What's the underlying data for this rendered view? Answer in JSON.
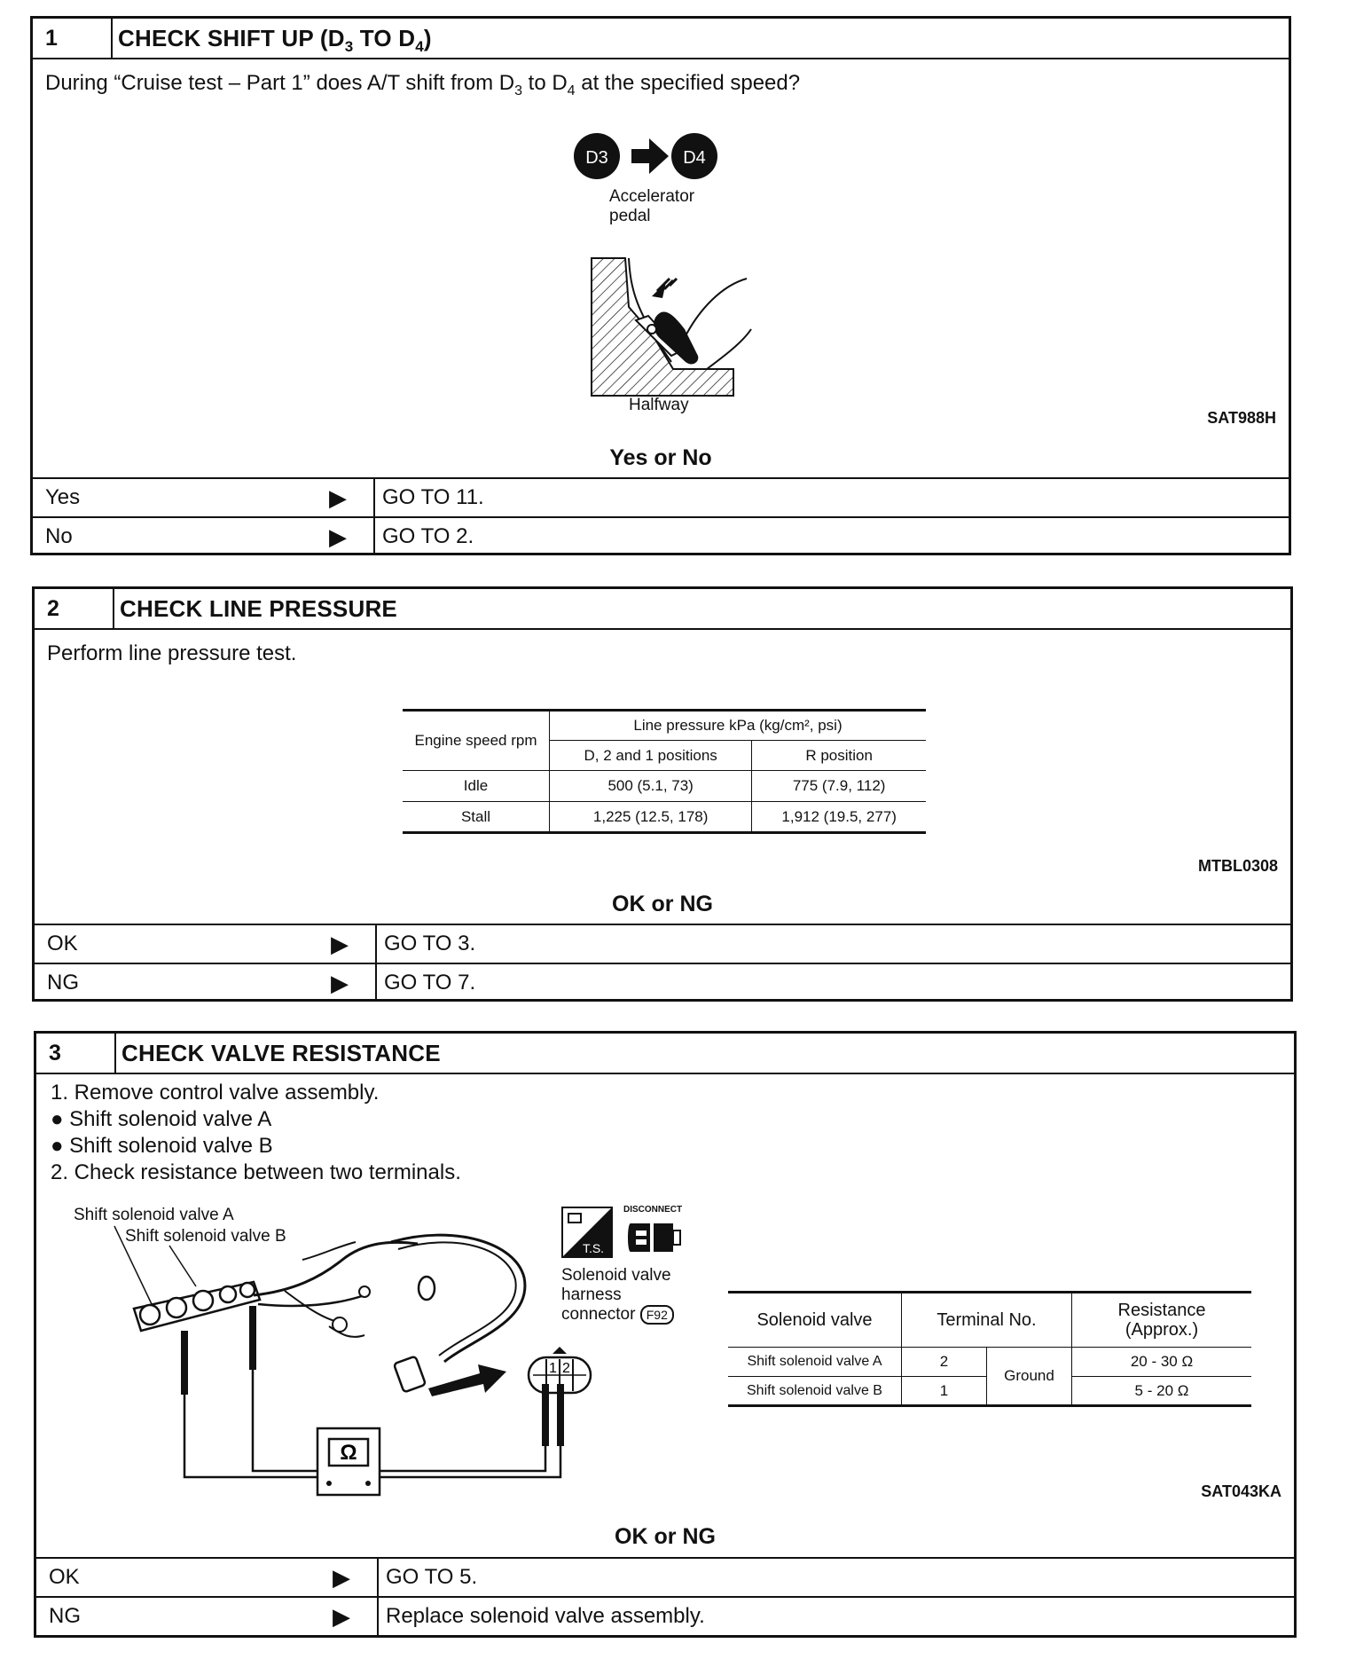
{
  "step1": {
    "num": "1",
    "title_pre": "CHECK SHIFT UP (D",
    "title_sub1": "3",
    "title_mid": " TO D",
    "title_sub2": "4",
    "title_post": ")",
    "q_pre": "During “Cruise test – Part 1” does A/T shift from D",
    "q_sub1": "3",
    "q_mid": " to D",
    "q_sub2": "4",
    "q_post": " at the specified speed?",
    "badge_from": "D3",
    "badge_to": "D4",
    "pedal_label_1": "Accelerator",
    "pedal_label_2": "pedal",
    "halfway": "Halfway",
    "fig_code": "SAT988H",
    "ask": "Yes or No",
    "rows": [
      {
        "cond": "Yes",
        "action": "GO TO 11."
      },
      {
        "cond": "No",
        "action": "GO TO 2."
      }
    ]
  },
  "step2": {
    "num": "2",
    "title": "CHECK LINE PRESSURE",
    "instruction": "Perform line pressure test.",
    "table": {
      "col0": "Engine speed rpm",
      "group": "Line pressure kPa (kg/cm², psi)",
      "col1": "D, 2 and 1 positions",
      "col2": "R position",
      "rows": [
        {
          "speed": "Idle",
          "d": "500 (5.1, 73)",
          "r": "775 (7.9, 112)"
        },
        {
          "speed": "Stall",
          "d": "1,225 (12.5, 178)",
          "r": "1,912 (19.5, 277)"
        }
      ]
    },
    "fig_code": "MTBL0308",
    "ask": "OK or NG",
    "rows": [
      {
        "cond": "OK",
        "action": "GO TO 3."
      },
      {
        "cond": "NG",
        "action": "GO TO 7."
      }
    ]
  },
  "step3": {
    "num": "3",
    "title": "CHECK VALVE RESISTANCE",
    "list": [
      "1.  Remove control valve assembly.",
      "●  Shift solenoid valve A",
      "●  Shift solenoid valve B",
      "2.  Check resistance between two terminals."
    ],
    "label_valve_a": "Shift solenoid valve A",
    "label_valve_b": "Shift solenoid valve B",
    "connector_label_1": "Solenoid valve",
    "connector_label_2": "harness",
    "connector_label_3": "connector",
    "connector_code": "F92",
    "ts_label": "T.S.",
    "disconnect_label": "DISCONNECT",
    "ohm_symbol": "Ω",
    "pin_1": "1",
    "pin_2": "2",
    "table": {
      "h1": "Solenoid valve",
      "h2": "Terminal No.",
      "h3_1": "Resistance",
      "h3_2": "(Approx.)",
      "ground": "Ground",
      "rows": [
        {
          "valve": "Shift solenoid valve A",
          "terminal": "2",
          "resistance": "20 - 30 Ω"
        },
        {
          "valve": "Shift solenoid valve B",
          "terminal": "1",
          "resistance": "5 - 20 Ω"
        }
      ]
    },
    "fig_code": "SAT043KA",
    "ask": "OK or NG",
    "rows": [
      {
        "cond": "OK",
        "action": "GO TO 5."
      },
      {
        "cond": "NG",
        "action": "Replace solenoid valve assembly."
      }
    ]
  }
}
